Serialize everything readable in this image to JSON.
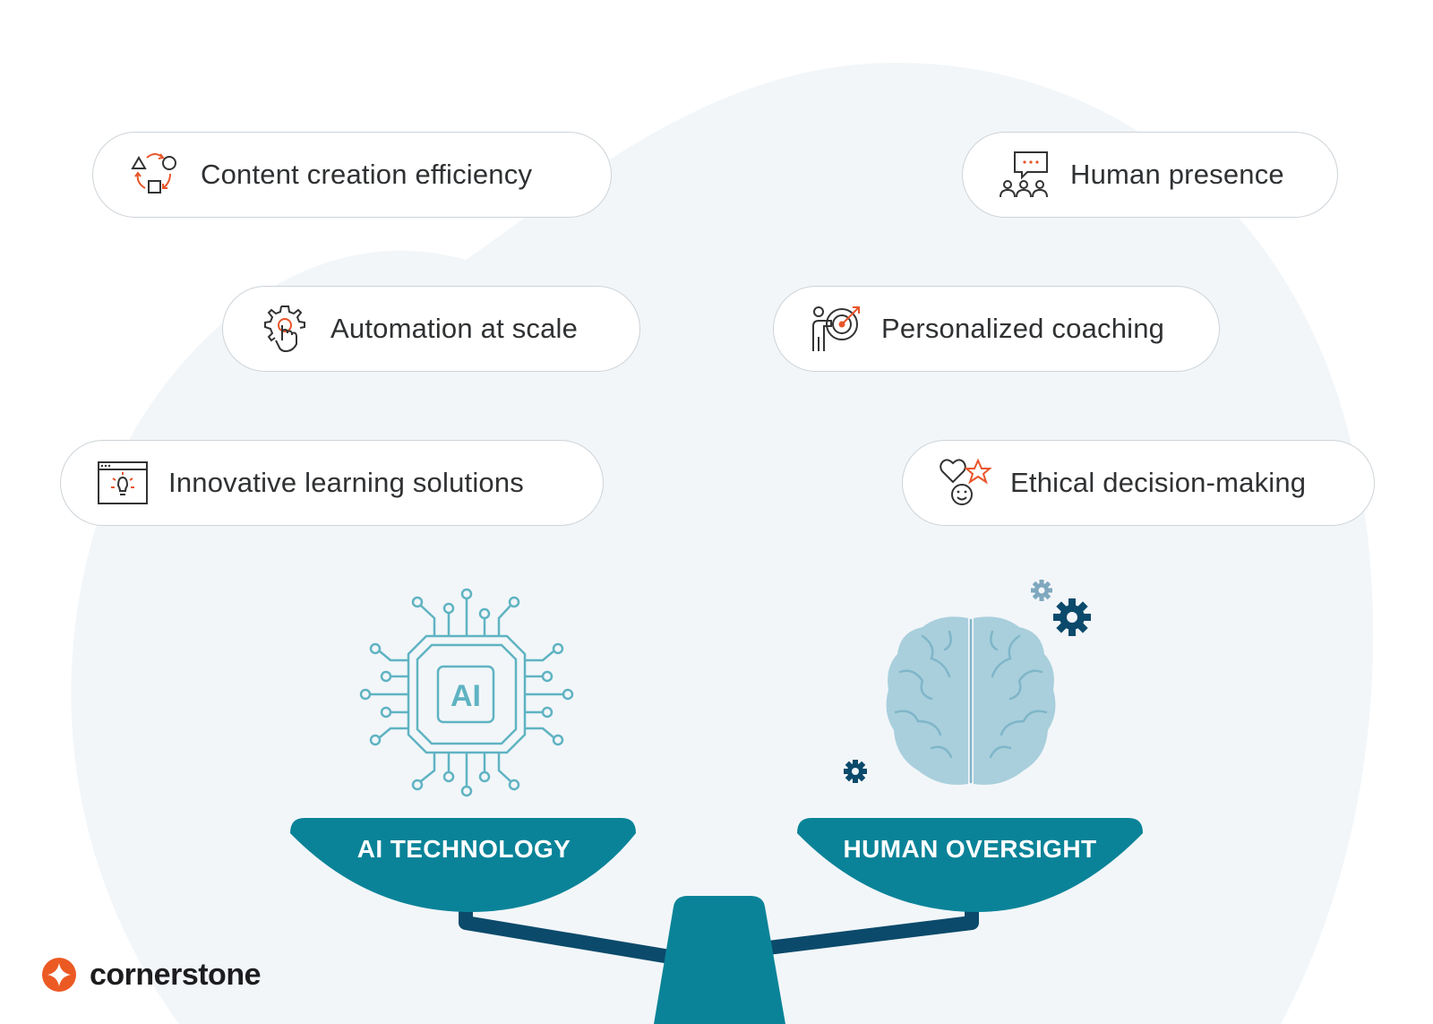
{
  "pills": {
    "content_creation": "Content creation efficiency",
    "automation": "Automation at scale",
    "innovative": "Innovative learning solutions",
    "human_presence": "Human presence",
    "coaching": "Personalized coaching",
    "ethical": "Ethical decision-making"
  },
  "ai_chip": {
    "label": "AI"
  },
  "scale": {
    "left_pan_label": "AI TECHNOLOGY",
    "right_pan_label": "HUMAN OVERSIGHT"
  },
  "brand": {
    "name": "cornerstone"
  },
  "icons": {
    "content_creation": "shapes-cycle-icon",
    "automation": "gear-hand-icon",
    "innovative": "lightbulb-browser-icon",
    "human_presence": "chat-group-icon",
    "coaching": "target-presenter-icon",
    "ethical": "heart-star-smile-icon",
    "ai_chip": "ai-chip-icon",
    "brain": "brain-icon",
    "logo": "cornerstone-star-icon"
  },
  "colors": {
    "background_blob": "#f2f6f9",
    "pill_border": "#cdd3d8",
    "icon_stroke": "#333333",
    "icon_accent": "#e8552a",
    "teal": "#0a8398",
    "dark_teal": "#0b4a6b",
    "chip_line": "#5fb3c2",
    "brain_fill": "#a9cfdc",
    "brand_orange": "#ec5a24"
  }
}
